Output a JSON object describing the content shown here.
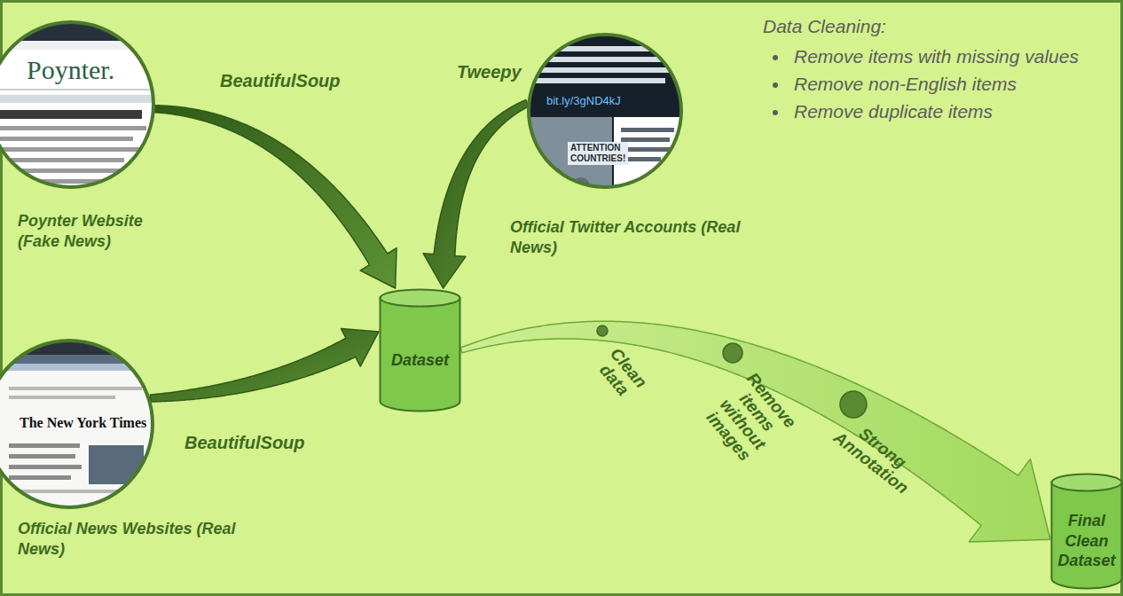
{
  "diagram": {
    "nodes": [
      {
        "text": [
          "Poynter Website (Fake News)"
        ]
      },
      {
        "text": [
          "Official Twitter Accounts (Real News)"
        ]
      },
      {
        "text": [
          "Official News Websites (Real News)"
        ]
      },
      {
        "text": [
          "Dataset"
        ]
      },
      {
        "text": [
          "Final Clean Dataset"
        ]
      }
    ],
    "edges": [
      {
        "from": 0,
        "to": 3,
        "label": "BeautifulSoup",
        "arrow": "to"
      },
      {
        "from": 1,
        "to": 3,
        "label": "Tweepy",
        "arrow": "to"
      },
      {
        "from": 2,
        "to": 3,
        "label": "BeautifulSoup",
        "arrow": "to"
      },
      {
        "from": 3,
        "to": 4,
        "arrow": "to"
      }
    ],
    "labels": [
      "Poynter.",
      "bit.ly/3gND4kJ",
      "ATTENTION COUNTRIES!",
      "The New York Times",
      "Data Cleaning:",
      "Remove items with missing values",
      "Remove non-English items",
      "Remove duplicate items",
      "Clean data",
      "Remove items without images",
      "Strong Annotation"
    ]
  }
}
